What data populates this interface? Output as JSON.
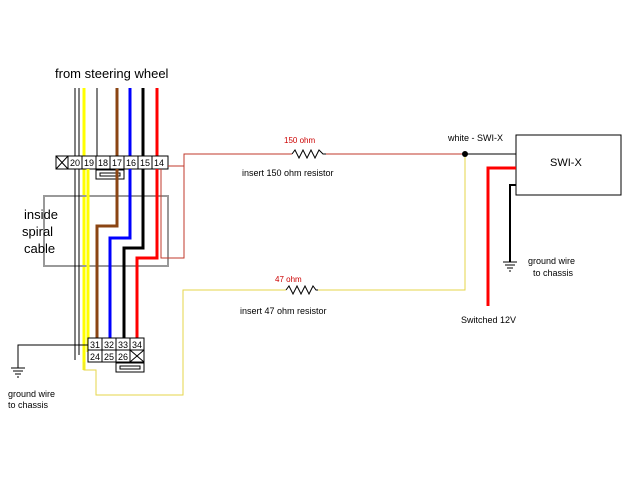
{
  "title": "from steering wheel",
  "labels": {
    "inside_line1": "inside",
    "inside_line2": "spiral",
    "inside_line3": "cable",
    "white_swi": "white - SWI-X",
    "swi_box": "SWI-X",
    "ground_right_1": "ground wire",
    "ground_right_2": "to chassis",
    "switched": "Switched 12V",
    "ground_left_1": "ground wire",
    "ground_left_2": "to chassis",
    "r150_value": "150 ohm",
    "r150_note": "insert 150 ohm resistor",
    "r47_value": "47 ohm",
    "r47_note": "insert 47 ohm resistor"
  },
  "connector_top": {
    "pins": [
      "20",
      "19",
      "18",
      "17",
      "16",
      "15",
      "14"
    ]
  },
  "connector_bottom": {
    "row1": [
      "31",
      "32",
      "33",
      "34"
    ],
    "row2": [
      "24",
      "25",
      "26"
    ]
  },
  "colors": {
    "black": "#000000",
    "yellow": "#ffff00",
    "brown": "#8b4513",
    "blue": "#0000ff",
    "red": "#ff0000",
    "resistor_wire": "#c0392b",
    "yellow_wire": "#e6d64a",
    "gray": "#999999",
    "label_red": "#cc0000"
  }
}
